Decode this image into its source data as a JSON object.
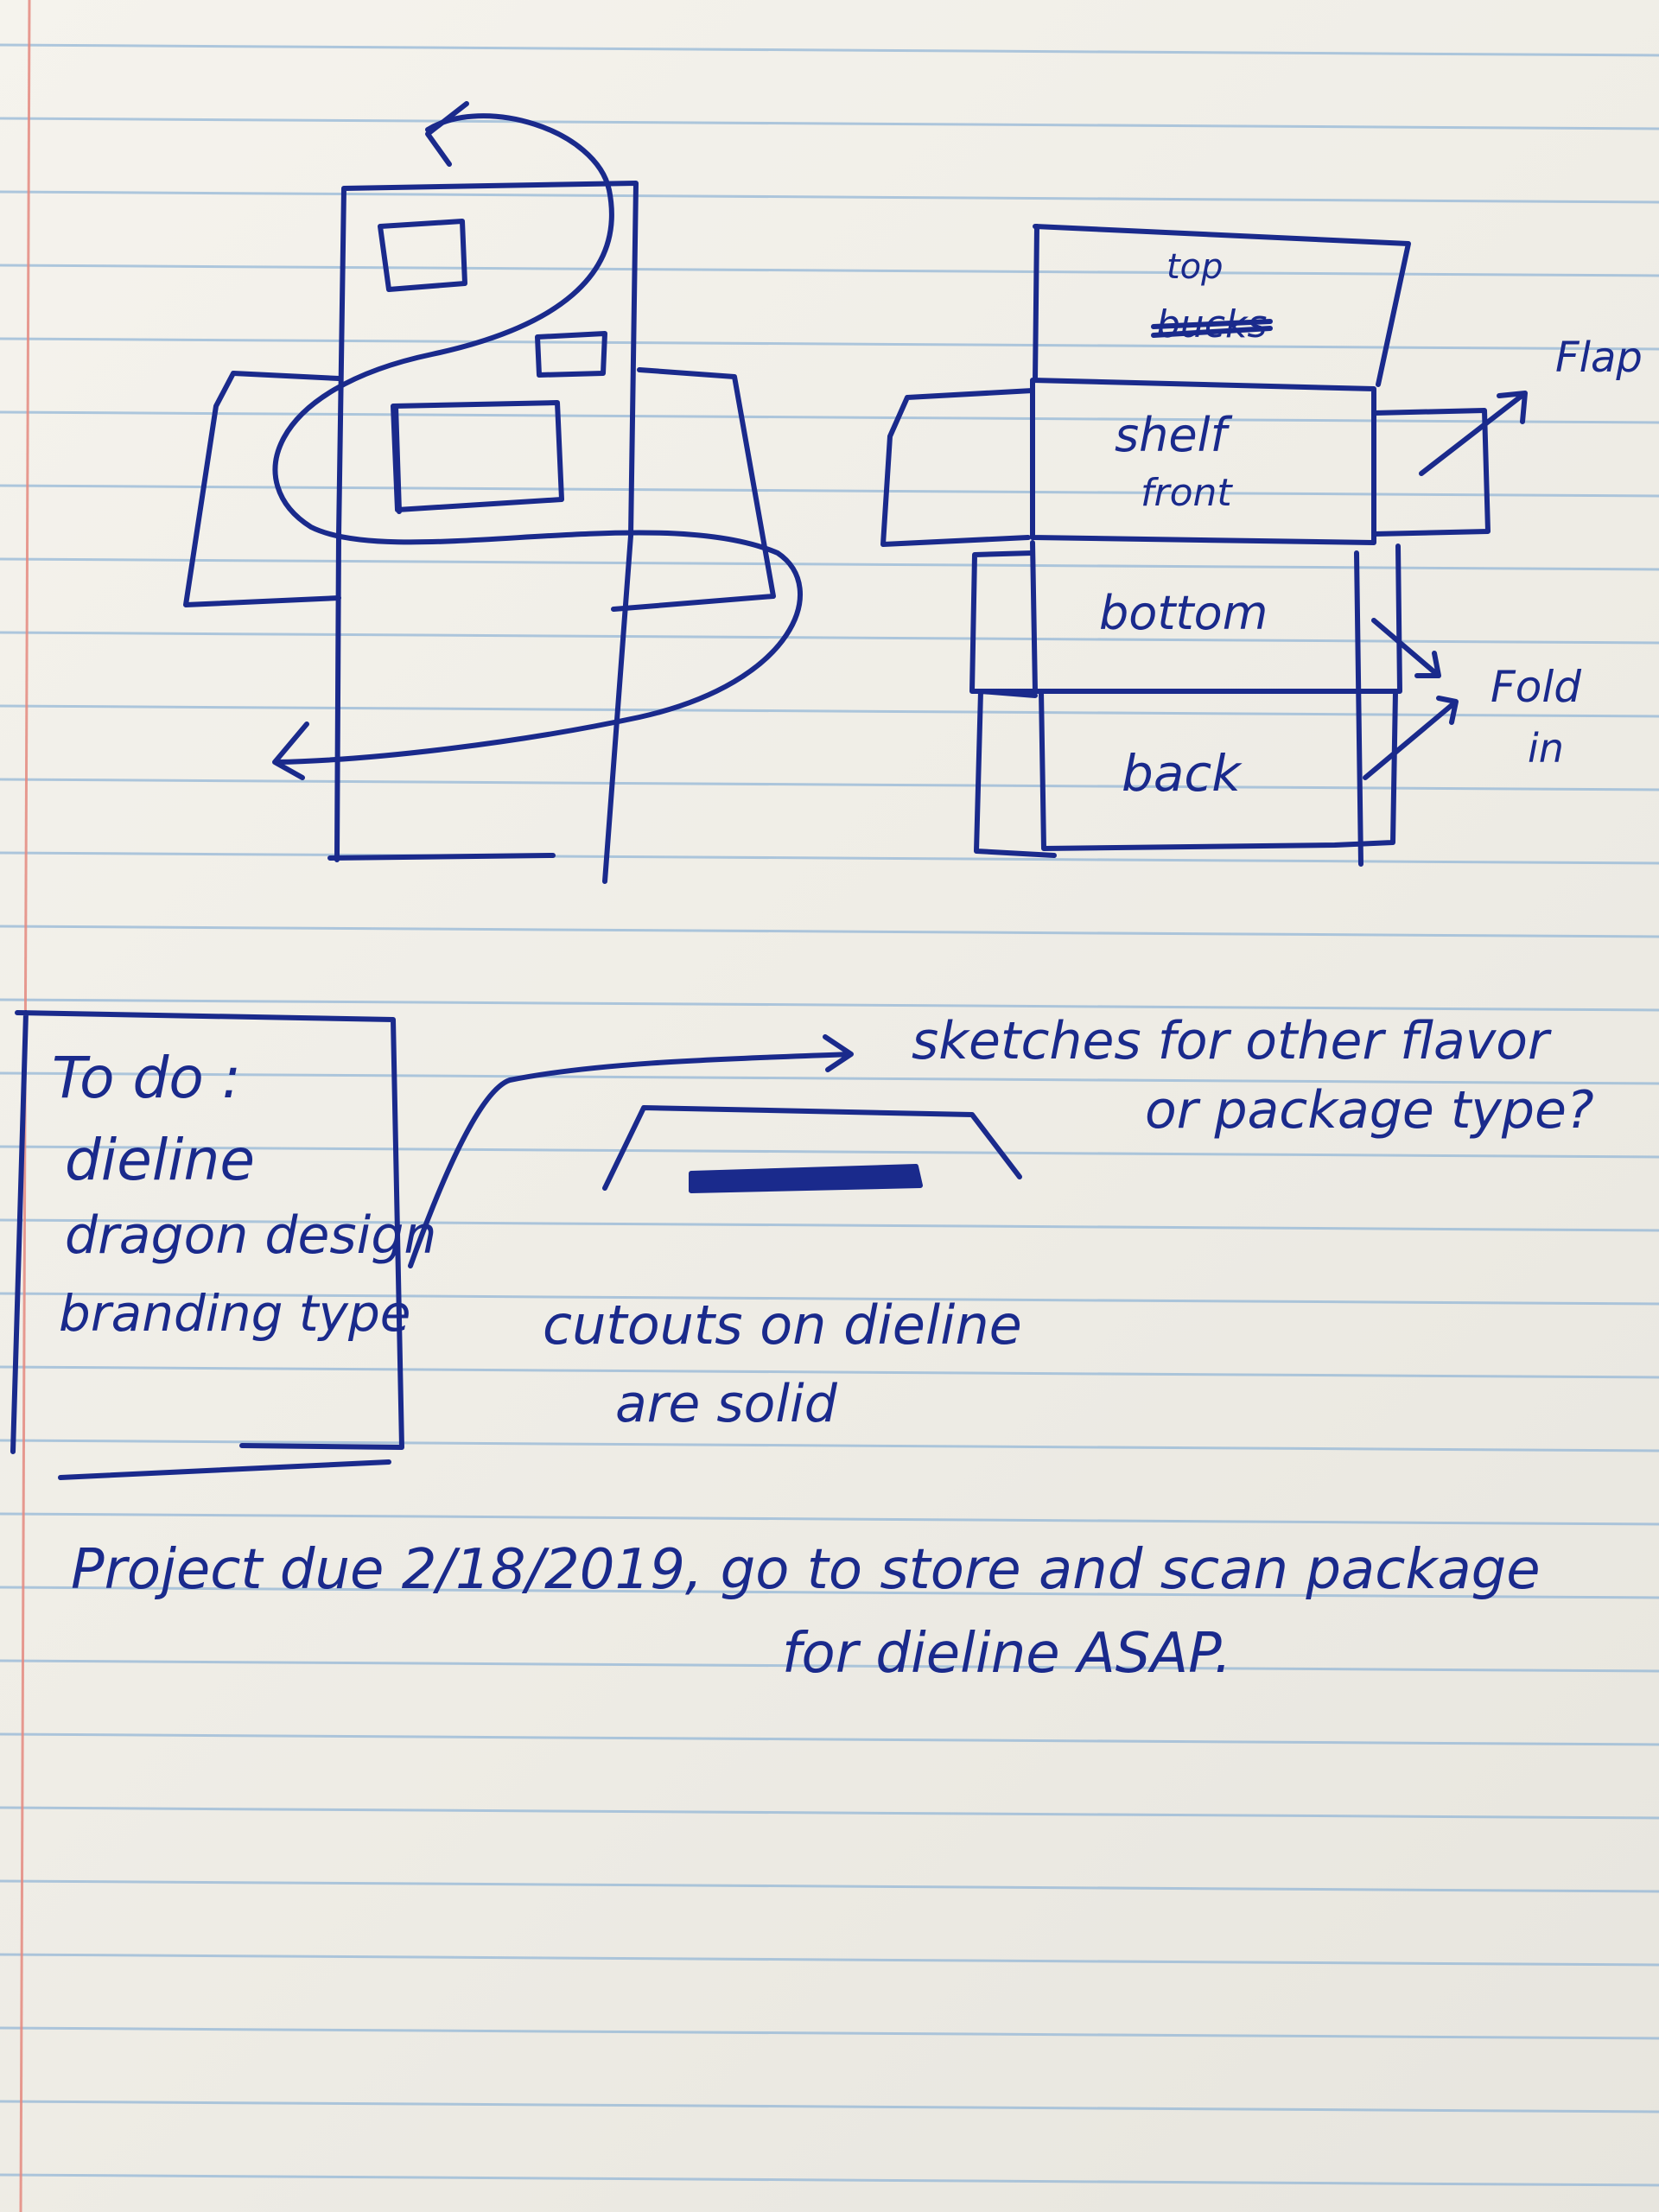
{
  "colors": {
    "paper": "#f2f0ea",
    "rule_line": "#8fb4d6",
    "margin_line": "#e58a80",
    "ink": "#1a2a8c"
  },
  "sketch_right": {
    "panel_top": "top",
    "panel_top_crossed": "bucks",
    "panel_shelf": "shelf",
    "panel_front": "front",
    "panel_bottom": "bottom",
    "panel_back": "back",
    "label_flap": "Flap",
    "label_fold": "Fold",
    "label_in": "in"
  },
  "todo": {
    "heading": "To do :",
    "items": [
      "dieline",
      "dragon design",
      "branding type"
    ]
  },
  "notes": {
    "sketches_line1": "sketches for other flavor",
    "sketches_line2": "or package type?",
    "cutouts_line1": "cutouts on dieline",
    "cutouts_line2": "are solid",
    "due_line1": "Project due 2/18/2019, go to store and scan package",
    "due_line2": "for dieline ASAP."
  }
}
